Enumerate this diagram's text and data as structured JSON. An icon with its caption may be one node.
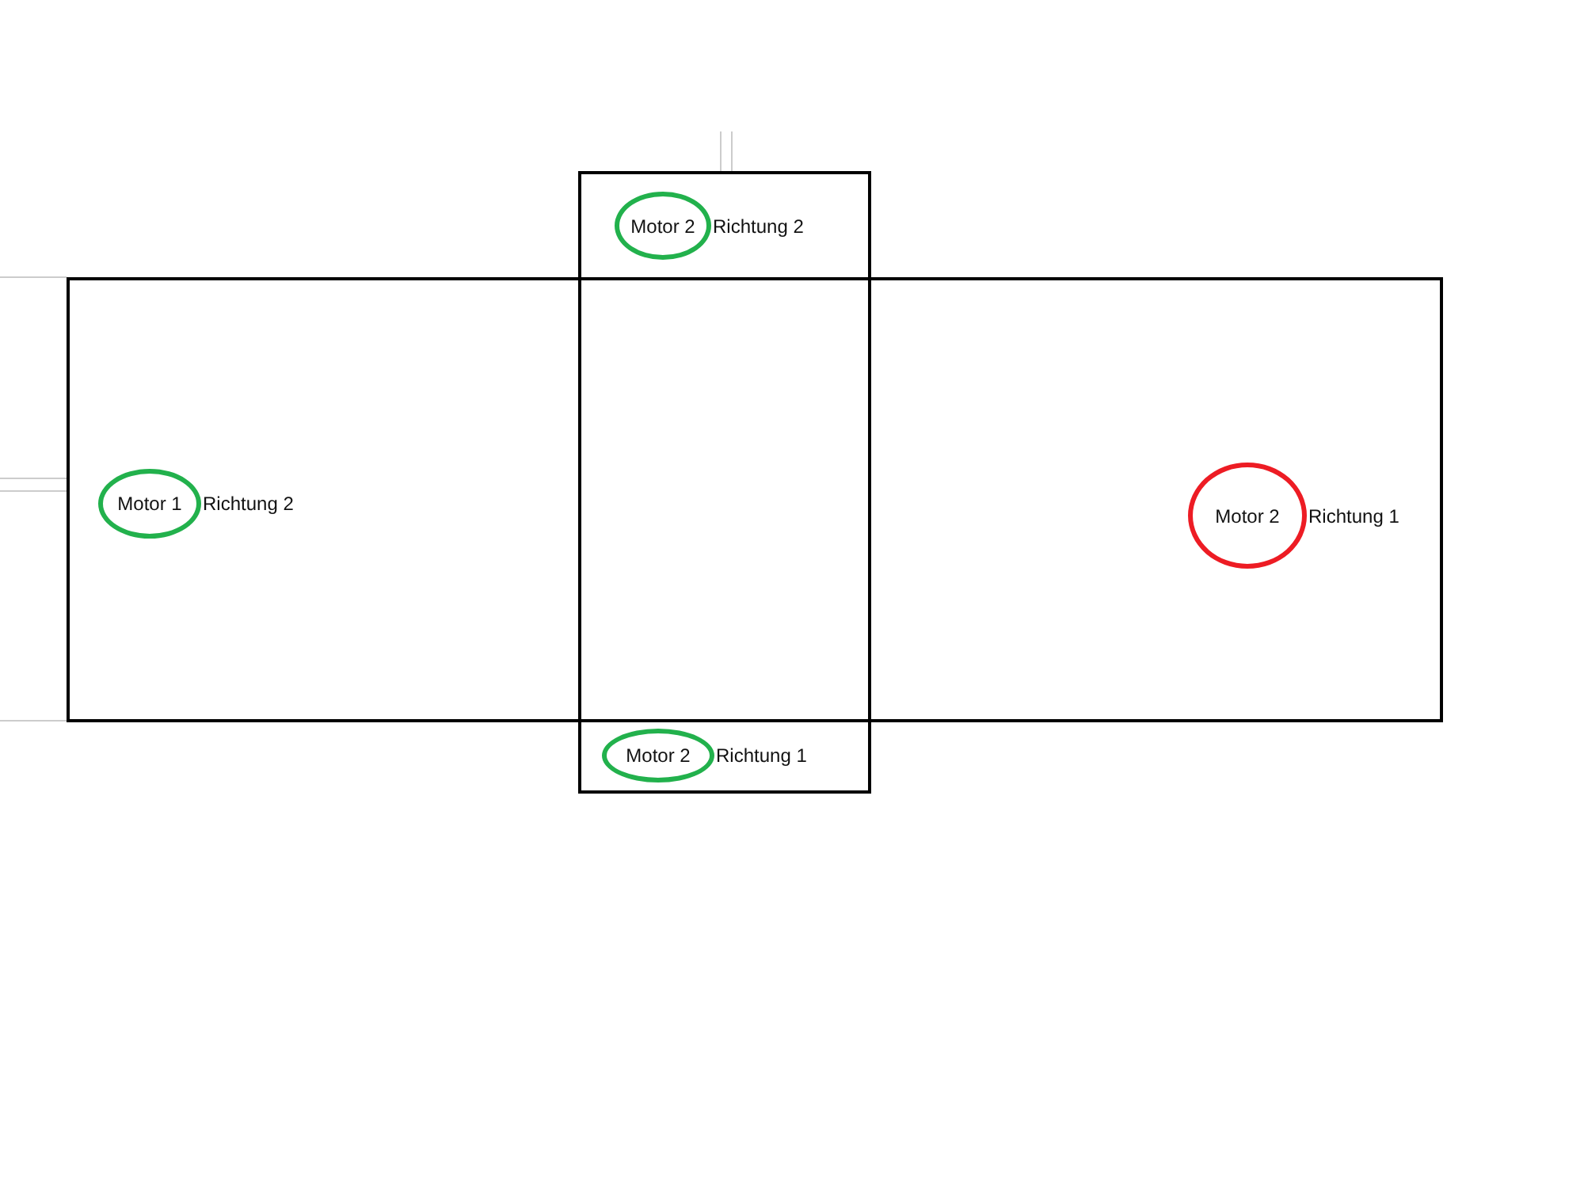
{
  "diagram": {
    "nodes": [
      {
        "text": [],
        "shape": "box"
      },
      {
        "text": [
          "Motor 2"
        ],
        "in": 0,
        "beside": [
          "Richtung 2"
        ]
      },
      {
        "text": [],
        "shape": "box"
      },
      {
        "text": [
          "Motor 1"
        ],
        "in": 2,
        "beside": [
          "Richtung 2"
        ]
      },
      {
        "text": [
          "Motor 2"
        ],
        "in": 2,
        "beside": [
          "Richtung 1"
        ]
      },
      {
        "text": [
          "Motor 2"
        ],
        "in": 0,
        "beside": [
          "Richtung 1"
        ]
      }
    ],
    "edges": []
  }
}
